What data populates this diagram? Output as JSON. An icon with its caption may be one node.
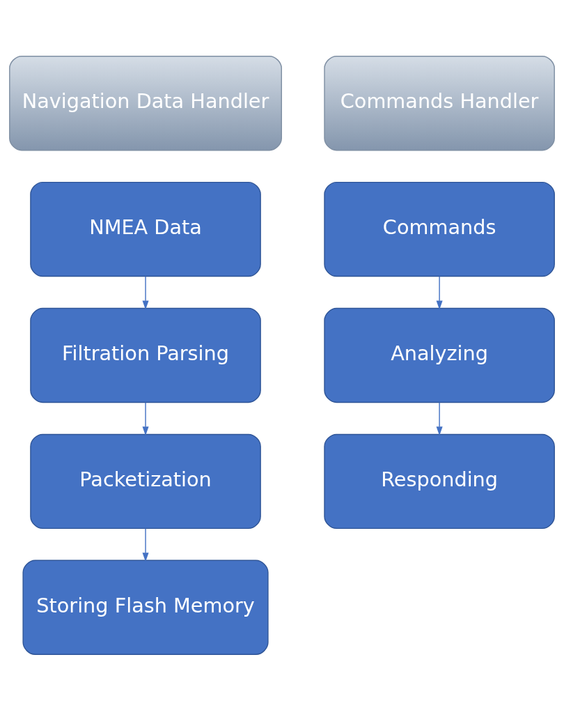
{
  "diagram": {
    "nodes": [
      {
        "text": [
          "Navigation Data Handler"
        ]
      },
      {
        "text": [
          "Commands Handler"
        ]
      },
      {
        "text": [
          "NMEA Data"
        ]
      },
      {
        "text": [
          "Filtration Parsing"
        ]
      },
      {
        "text": [
          "Packetization"
        ]
      },
      {
        "text": [
          "Storing Flash Memory"
        ]
      },
      {
        "text": [
          "Commands"
        ]
      },
      {
        "text": [
          "Analyzing"
        ]
      },
      {
        "text": [
          "Responding"
        ]
      }
    ],
    "edges": [
      {
        "from": 2,
        "to": 3,
        "arrow": "to"
      },
      {
        "from": 3,
        "to": 4,
        "arrow": "to"
      },
      {
        "from": 4,
        "to": 5,
        "arrow": "to"
      },
      {
        "from": 6,
        "to": 7,
        "arrow": "to"
      },
      {
        "from": 7,
        "to": 8,
        "arrow": "to"
      }
    ]
  }
}
